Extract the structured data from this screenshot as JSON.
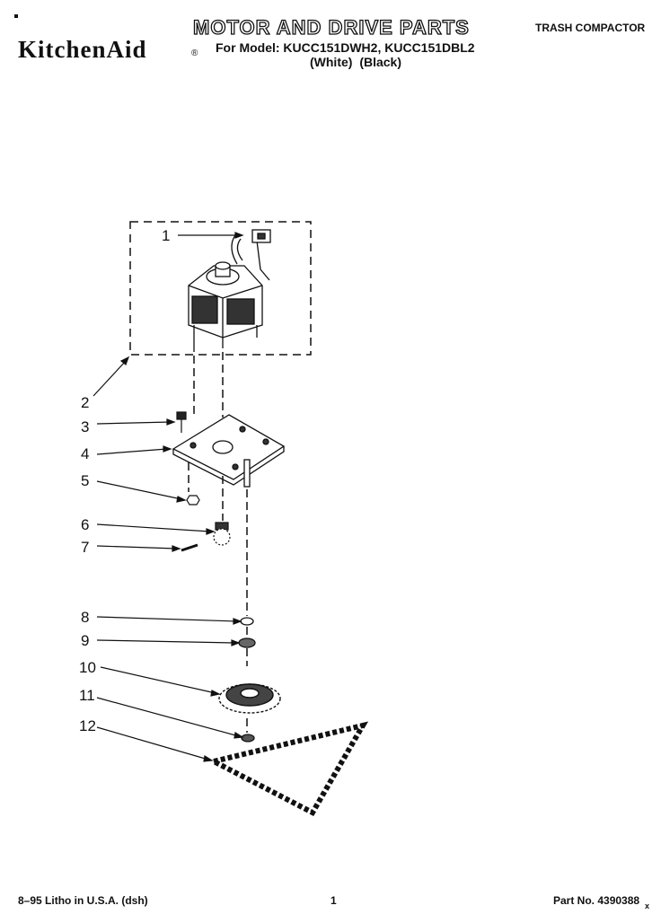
{
  "header": {
    "brand": "KitchenAid",
    "brand_mark": "®",
    "title": "MOTOR AND DRIVE PARTS",
    "model_line": "For Model: KUCC151DWH2, KUCC151DBL2",
    "colors_line": "(White)  (Black)",
    "category": "TRASH COMPACTOR"
  },
  "callouts": [
    "1",
    "2",
    "3",
    "4",
    "5",
    "6",
    "7",
    "8",
    "9",
    "10",
    "11",
    "12"
  ],
  "footer": {
    "litho": "8–95 Litho in U.S.A. (dsh)",
    "page": "1",
    "part_no": "Part No. 4390388",
    "part_suffix": "x"
  }
}
